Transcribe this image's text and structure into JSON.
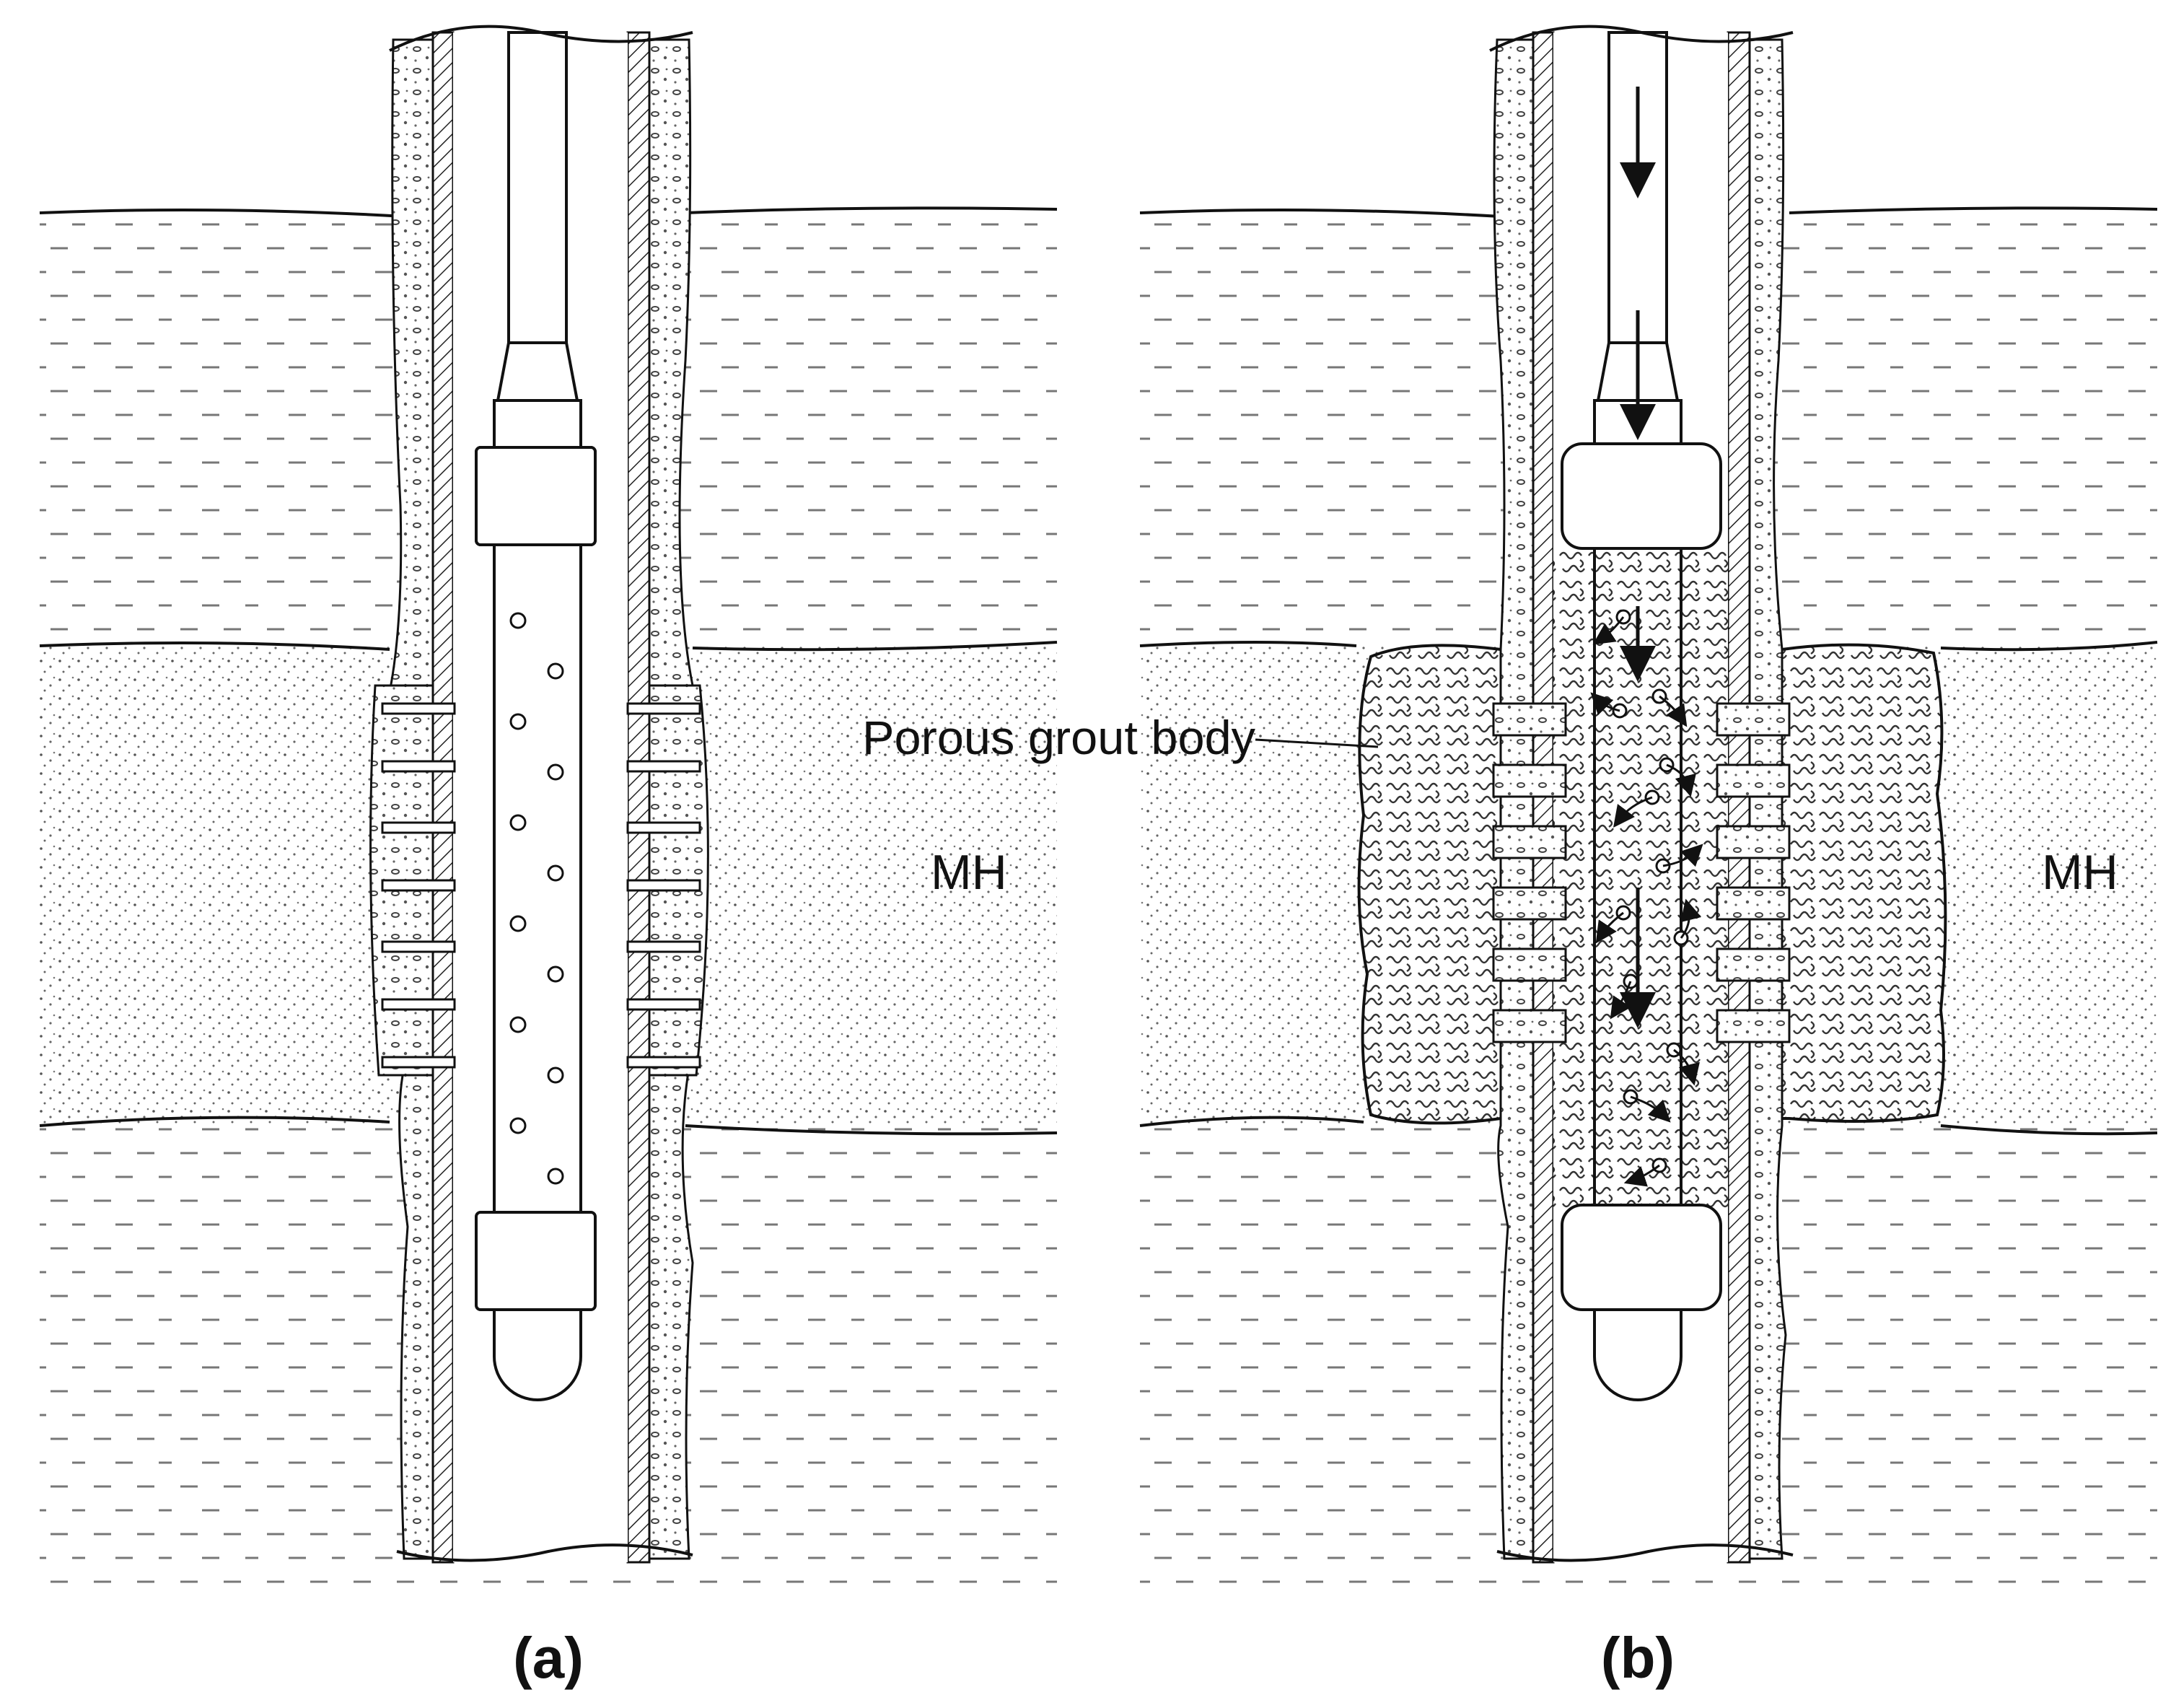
{
  "panels": [
    {
      "id": "a",
      "caption": "(a)",
      "zone_label": "MH"
    },
    {
      "id": "b",
      "caption": "(b)",
      "zone_label": "MH",
      "callout": "Porous grout body"
    }
  ],
  "colors": {
    "ink": "#1a1a1a",
    "background": "#ffffff"
  }
}
